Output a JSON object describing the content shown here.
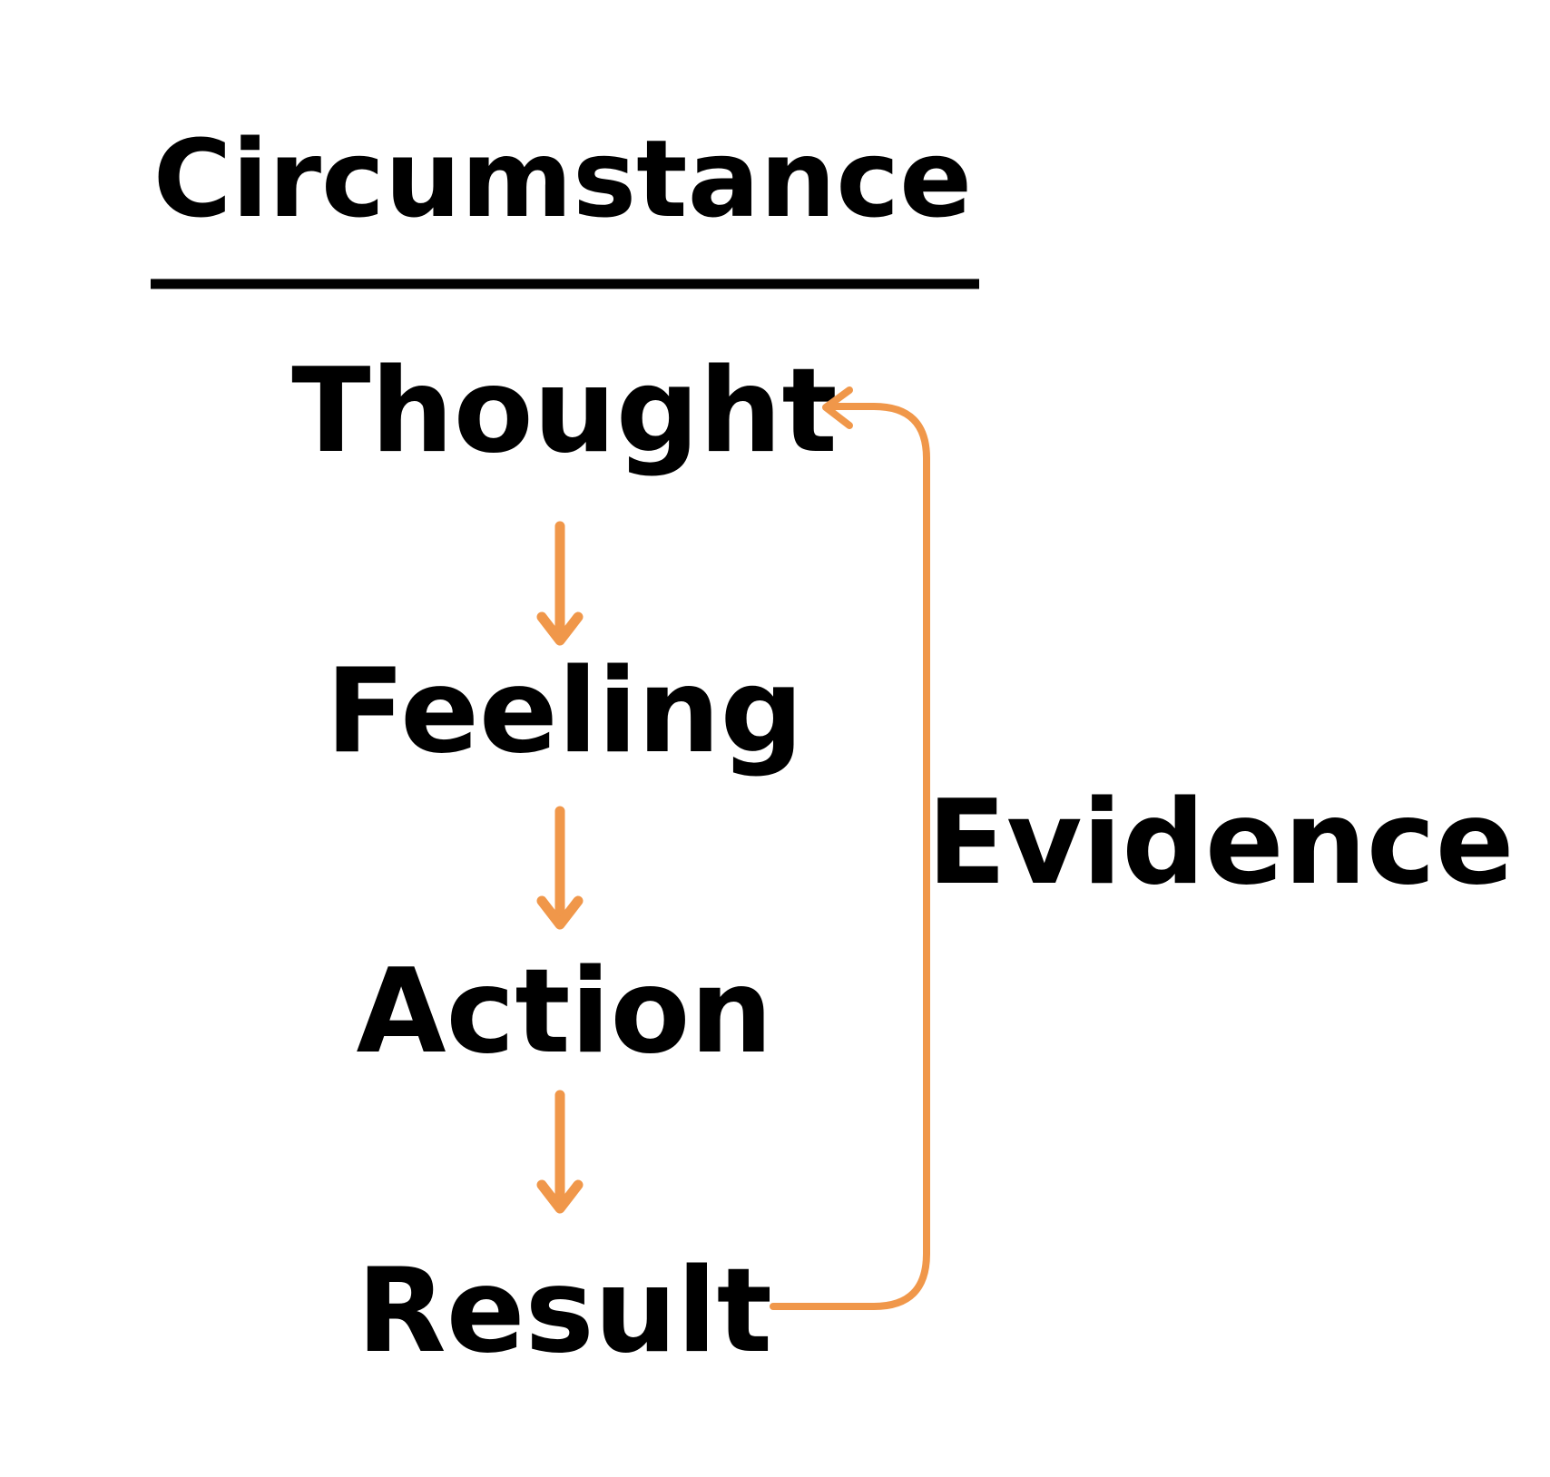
{
  "title": "Circumstance",
  "nodes": [
    {
      "id": "thought",
      "label": "Thought"
    },
    {
      "id": "feeling",
      "label": "Feeling"
    },
    {
      "id": "action",
      "label": "Action"
    },
    {
      "id": "result",
      "label": "Result"
    }
  ],
  "feedback": {
    "label": "Evidence",
    "from": "result",
    "to": "thought"
  },
  "colors": {
    "arrow": "#F0974A",
    "text": "#000000",
    "divider": "#000000",
    "background": "#FFFFFF"
  }
}
